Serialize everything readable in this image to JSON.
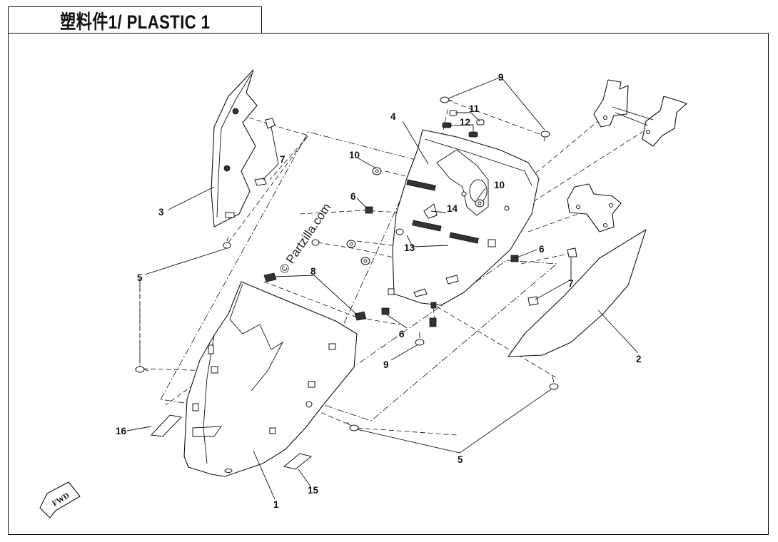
{
  "header": {
    "title": "塑料件1/ PLASTIC 1"
  },
  "watermark": "© Partzilla.com",
  "fwd_label": "FWD",
  "callouts": {
    "c1": "1",
    "c2": "2",
    "c3": "3",
    "c4": "4",
    "c5a": "5",
    "c5b": "5",
    "c6a": "6",
    "c6b": "6",
    "c6c": "6",
    "c7a": "7",
    "c7b": "7",
    "c8": "8",
    "c9a": "9",
    "c9b": "9",
    "c10a": "10",
    "c10b": "10",
    "c11": "11",
    "c12": "12",
    "c13": "13",
    "c14": "14",
    "c15": "15",
    "c16": "16"
  }
}
